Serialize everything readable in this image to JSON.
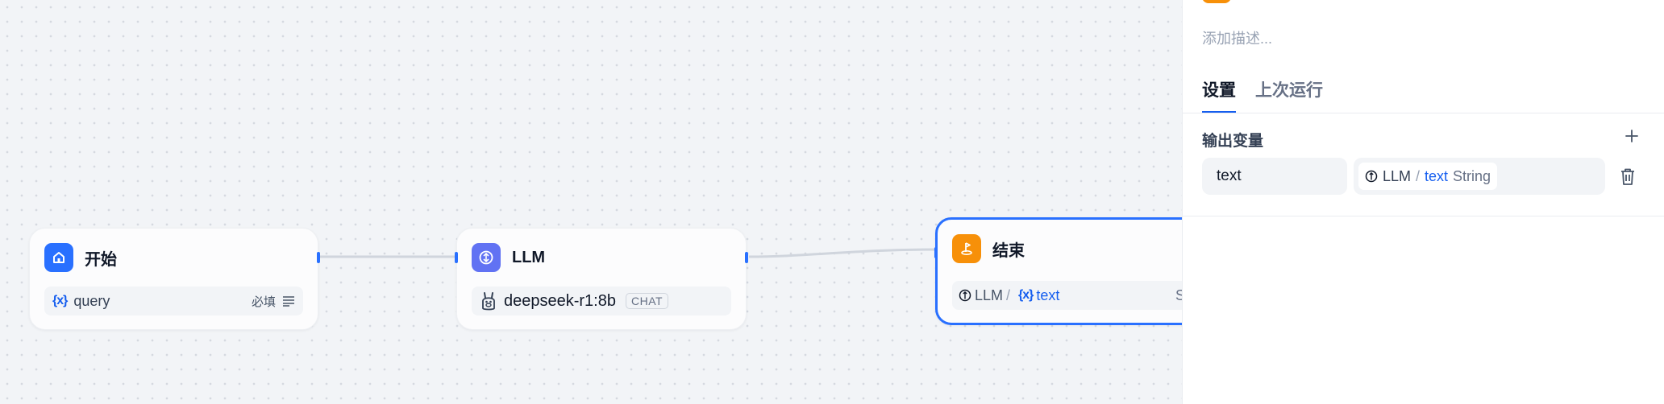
{
  "nodes": {
    "start": {
      "title": "开始",
      "var_glyph": "{x}",
      "var_name": "query",
      "required_label": "必填"
    },
    "llm": {
      "title": "LLM",
      "model": "deepseek-r1:8b",
      "mode_tag": "CHAT"
    },
    "end": {
      "title": "结束",
      "ref_source": "LLM",
      "ref_sep": "/",
      "var_glyph": "{x}",
      "ref_var": "text",
      "type_partial": "St"
    }
  },
  "panel": {
    "description_placeholder": "添加描述...",
    "tabs": [
      {
        "label": "设置",
        "active": true
      },
      {
        "label": "上次运行",
        "active": false
      }
    ],
    "output_section_title": "输出变量",
    "add_icon": "plus-icon",
    "output_var": {
      "name": "text",
      "ref_source": "LLM",
      "ref_sep": "/",
      "ref_var": "text",
      "ref_type": "String"
    },
    "delete_icon": "trash-icon"
  },
  "colors": {
    "accent": "#2970ff",
    "start_icon": "#2970ff",
    "llm_icon": "#6172f3",
    "end_icon": "#f79009",
    "canvas": "#f2f4f7"
  }
}
